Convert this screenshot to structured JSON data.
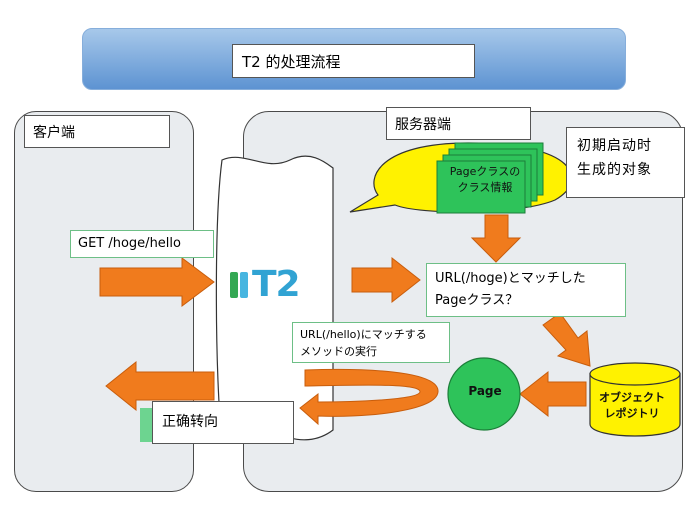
{
  "title": "T2 的处理流程",
  "client": {
    "label": "客户端"
  },
  "server": {
    "label": "服务器端"
  },
  "init_label": [
    "初期启动时",
    "生成的对象"
  ],
  "page_class_stack": [
    "Pageクラスの",
    "クラス情報"
  ],
  "request": "GET /hoge/hello",
  "match_box": [
    "URL(/hoge)とマッチした",
    "Pageクラス？"
  ],
  "exec_box": [
    "URL(/hello)にマッチする",
    "メソッドの実行"
  ],
  "page_label": "Page",
  "repository": [
    "オブジェクト",
    "レポジトリ"
  ],
  "redirect": "正确转向",
  "logo_text": "T2",
  "colors": {
    "arrow": "#f07b1d",
    "green": "#2ec35a",
    "yellow": "#f9f000",
    "banner": "#6a9cd6"
  }
}
